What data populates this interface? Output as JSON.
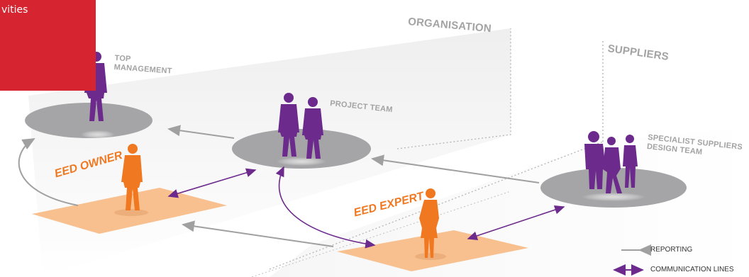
{
  "sidebar_panel": {
    "text": "vities",
    "color": "#d62531"
  },
  "labels": {
    "top_management": "TOP\nMANAGEMENT",
    "project_team": "PROJECT TEAM",
    "organisation": "ORGANISATION",
    "suppliers": "SUPPLIERS",
    "specialist_suppliers": "SPECIALIST SUPPLIERS\nDESIGN TEAM",
    "eed_owner": "EED OWNER",
    "eed_expert": "EED EXPERT"
  },
  "legend": {
    "reporting": "REPORTING",
    "communication": "COMMUNICATION LINES"
  },
  "colors": {
    "purple": "#6c2a8c",
    "orange": "#f07820",
    "grey_platform": "#a5a5a7",
    "peach_platform": "#f9c08f",
    "label_grey": "#a3a3a3",
    "reporting_arrow": "#a0a0a0",
    "communication_arrow": "#6c2a8c"
  }
}
